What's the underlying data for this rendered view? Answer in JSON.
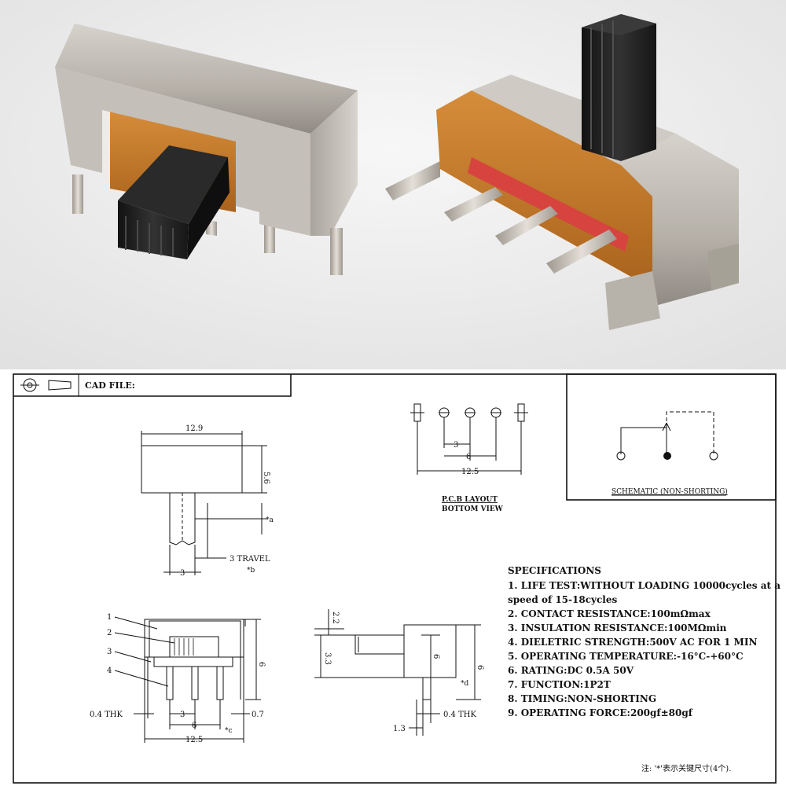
{
  "header": {
    "cad_label": "CAD FILE:"
  },
  "top_view": {
    "width_dim": "12.9",
    "height_dim": "5.6",
    "a_note": "*a",
    "travel_label": "3 TRAVEL",
    "b_note": "*b",
    "pitch_dim": "3"
  },
  "pcb_layout": {
    "dim_small": "3",
    "dim_mid": "6",
    "dim_total": "12.5",
    "title_line1": "P.C.B LAYOUT",
    "title_line2": "BOTTOM VIEW"
  },
  "schematic": {
    "label": "SCHEMATIC (NON-SHORTING)"
  },
  "front_view": {
    "callouts": [
      "1",
      "2",
      "3",
      "4"
    ],
    "thk_label": "0.4 THK",
    "pitch_dim": "3",
    "right_dim": "0.7",
    "six_dim": "6",
    "c_note": "*c",
    "total_dim": "12.5",
    "height_dim": "6"
  },
  "side_view": {
    "top_dim": "2.2",
    "left_dim": "3.3",
    "mid_dim": "6",
    "right_dim": "6",
    "d_note": "*d",
    "thk_label": "0.4 THK",
    "bottom_dim": "1.3"
  },
  "specifications": {
    "title": "SPECIFICATIONS",
    "lines": [
      "1. LIFE TEST:WITHOUT LOADING 10000cycles at a",
      "speed of 15-18cycles",
      "2. CONTACT RESISTANCE:100mΩmax",
      "3. INSULATION RESISTANCE:100MΩmin",
      "4. DIELETRIC STRENGTH:500V AC FOR 1 MIN",
      "5. OPERATING TEMPERATURE:-16°C-+60°C",
      "6. RATING:DC 0.5A 50V",
      "7. FUNCTION:1P2T",
      "8. TIMING:NON-SHORTING",
      "9. OPERATING FORCE:200gf±80gf"
    ]
  },
  "footnote": "注: '*'表示关键尺寸(4个).",
  "colors": {
    "photo_bg": "#efefef",
    "metal": "#b9b4ad",
    "knob": "#1d1d1d",
    "pcb_brown": "#c27a2a",
    "pin_red": "#d7433f",
    "pin_metal": "#c8c2b9"
  }
}
